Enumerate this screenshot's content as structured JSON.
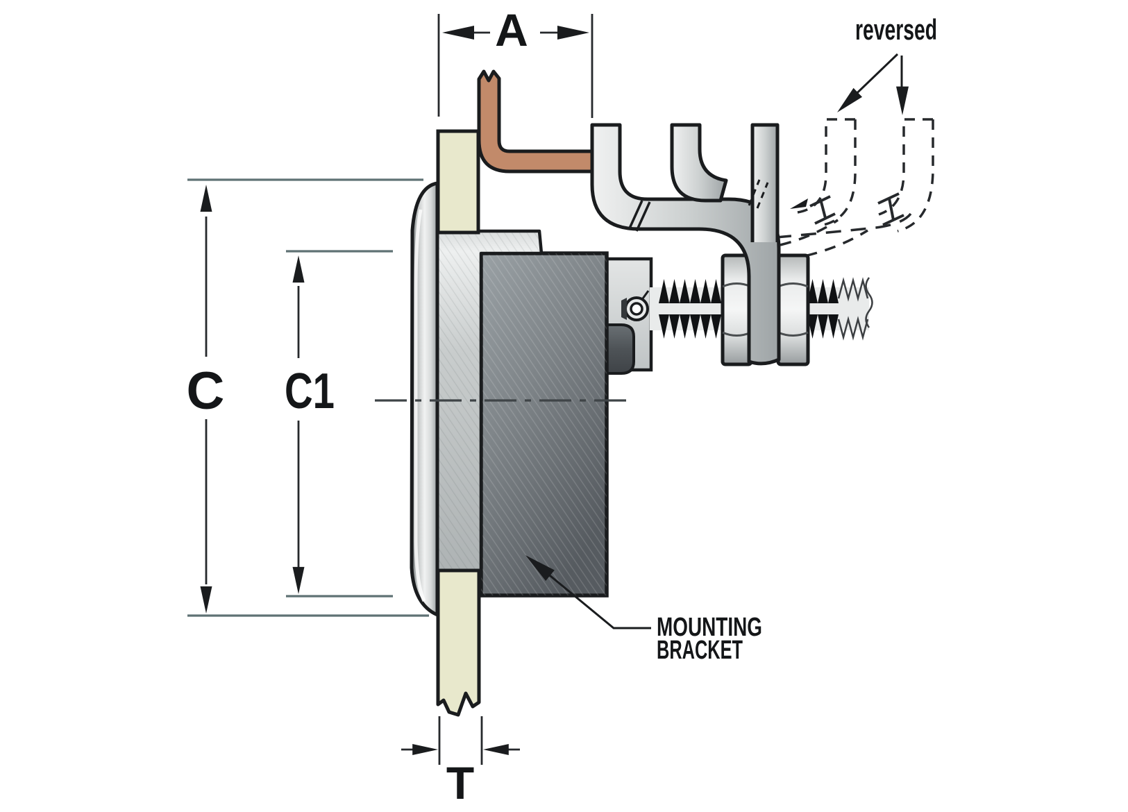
{
  "diagram": {
    "type": "technical-installation-drawing",
    "subject": "panel-mounted gauge side section with mounting bracket and stud"
  },
  "labels": {
    "dim_a": "A",
    "dim_c": "C",
    "dim_c1": "C1",
    "dim_t": "T",
    "reversed_note": "reversed",
    "mounting_bracket_line1": "MOUNTING",
    "mounting_bracket_line2": "BRACKET"
  },
  "colors": {
    "background": "#ffffff",
    "outline": "#1a1c1e",
    "panel_cream": "#e8e8cc",
    "copper_terminal": "#c28a6a",
    "metal_light": "#d2d6d6",
    "metal_mid": "#a8adaf",
    "body_dark": "#74797e",
    "dim_line": "#5f7274"
  }
}
